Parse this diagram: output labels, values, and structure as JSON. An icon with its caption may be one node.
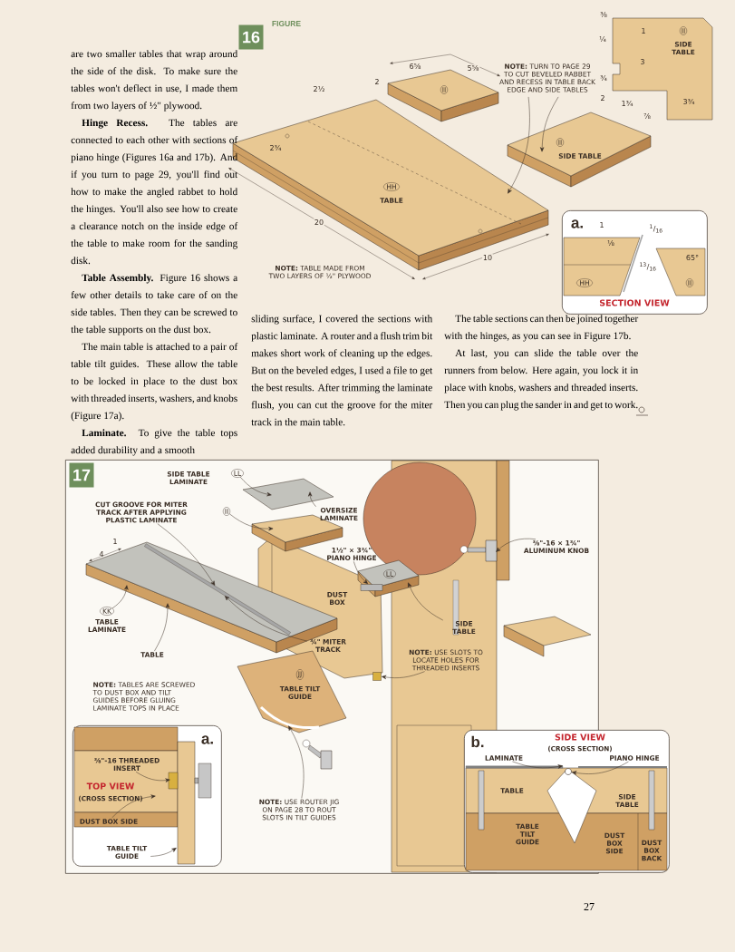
{
  "diagram": {
    "nodes": [
      {
        "text": [
          "**NOTE:** TURN TO PAGE 29 TO CUT BEVELED RABBET AND RECESS IN TABLE BACK EDGE AND SIDE TABLES"
        ]
      },
      {
        "text": [
          "a.",
          "SECTION VIEW"
        ]
      },
      {
        "text": [
          "17"
        ]
      },
      {
        "text": [
          "SIDE TABLE LAMINATE",
          "LL"
        ],
        "in": 2
      },
      {
        "text": [
          "II"
        ],
        "in": 2
      },
      {
        "text": [
          "OVERSIZE LAMINATE"
        ],
        "in": 2
      },
      {
        "text": [
          "CUT GROOVE FOR MITER TRACK AFTER APPLYING PLASTIC LAMINATE"
        ],
        "in": 2
      },
      {
        "text": [
          "1½\" × 3¾\" PIANO HINGE"
        ],
        "in": 2
      },
      {
        "text": [
          "⅜\"-16 × 1¾\" ALUMINUM KNOB"
        ],
        "in": 2
      },
      {
        "text": [
          "KK",
          "TABLE LAMINATE"
        ],
        "in": 2
      },
      {
        "text": [
          "TABLE"
        ],
        "in": 2
      },
      {
        "text": [
          "¾\" MITER TRACK"
        ],
        "in": 2
      },
      {
        "text": [
          "SIDE TABLE"
        ],
        "in": 2
      },
      {
        "text": [
          "**NOTE:** USE SLOTS TO LOCATE HOLES FOR THREADED INSERTS"
        ],
        "in": 2
      },
      {
        "text": [
          "a.",
          "TOP VIEW",
          "(CROSS SECTION)"
        ],
        "in": 2
      },
      {
        "text": [
          "⅜\"-16 THREADED INSERT"
        ],
        "in": 14
      },
      {
        "text": [
          "DUST BOX SIDE"
        ],
        "in": 14
      },
      {
        "text": [
          "TABLE TILT GUIDE"
        ],
        "in": 14
      },
      {
        "text": [
          "**NOTE:** USE ROUTER JIG ON PAGE 28 TO ROUT SLOTS IN TILT GUIDES"
        ],
        "in": 2
      },
      {
        "text": [
          "b.",
          "SIDE VIEW",
          "(CROSS SECTION)"
        ]
      },
      {
        "text": [
          "LAMINATE"
        ]
      },
      {
        "text": [
          "PIANO HINGE"
        ],
        "in": 19
      },
      {
        "text": [],
        "shape": "picture",
        "in": 2
      },
      {
        "text": [],
        "shape": "box",
        "in": 2
      },
      {
        "text": [],
        "shape": "bar",
        "in": 2
      },
      {
        "text": [
          "LL"
        ],
        "in": 2
      },
      {
        "text": [],
        "shape": "box",
        "in": 2
      },
      {
        "text": [
          "JJ",
          "TABLE TILT GUIDE"
        ],
        "in": 2
      },
      {
        "text": [],
        "shape": "bar"
      },
      {
        "text": [],
        "shape": "circle"
      },
      {
        "text": [],
        "shape": "picture"
      },
      {
        "text": [],
        "shape": "picture"
      }
    ],
    "edges": [
      {
        "from": 0,
        "to": 30,
        "arrow": "to"
      },
      {
        "from": 0,
        "to": 31,
        "arrow": "to"
      },
      {
        "from": 3,
        "to": null,
        "arrow": "to"
      },
      {
        "from": 5,
        "to": null,
        "arrow": "to"
      },
      {
        "from": 4,
        "to": 22,
        "arrow": "to"
      },
      {
        "from": 6,
        "to": 24,
        "arrow": "to"
      },
      {
        "from": 7,
        "to": 23,
        "arrow": "to"
      },
      {
        "from": 8,
        "to": null,
        "arrow": "to"
      },
      {
        "from": 9,
        "to": null,
        "arrow": "to"
      },
      {
        "from": 10,
        "to": null,
        "arrow": "to"
      },
      {
        "from": 11,
        "to": 24,
        "arrow": "to"
      },
      {
        "from": 12,
        "to": 25,
        "arrow": "to"
      },
      {
        "from": 13,
        "to": 26,
        "arrow": "to"
      },
      {
        "from": 15,
        "to": null,
        "arrow": "to"
      },
      {
        "from": 16,
        "to": null,
        "arrow": "to"
      },
      {
        "from": 17,
        "to": null,
        "arrow": "to"
      },
      {
        "from": 18,
        "to": 27,
        "arrow": "to"
      },
      {
        "from": 20,
        "to": 28,
        "arrow": "to"
      },
      {
        "from": 21,
        "to": 29,
        "arrow": "to"
      }
    ],
    "labels": [
      "are two smaller tables that wrap around the side of the disk. To make sure the tables won't deflect in use, I made them from two layers of ½\" plywood.",
      "**Hinge Recess.** The tables are connected to each other with sections of piano hinge (Figures 16a and 17b). And if you turn to page 29, you'll find out how to make the angled rabbet to hold the hinges. You'll also see how to create a clearance notch on the inside edge of the table to make room for the sanding disk.",
      "**Table Assembly.** Figure 16 shows a few other details to take care of on the side tables. Then they can be screwed to the table supports on the dust box.",
      "The main table is attached to a pair of table tilt guides. These allow the table to be locked in place to the dust box with threaded inserts, washers, and knobs (Figure 17a).",
      "**Laminate.** To give the table tops added durability and a smooth",
      "sliding surface, I covered the sections with plastic laminate. A router and a flush trim bit makes short work of cleaning up the edges. But on the beveled edges, I used a file to get the best results. After trimming the laminate flush, you can cut the groove for the miter track in the main table.",
      "The table sections can then be joined together with the hinges, as you can see in Figure 17b.",
      "At last, you can slide the table over the runners from below. Here again, you lock it in place with knobs, washers and threaded inserts. Then you can plug the sander in and get to work.",
      "16",
      "FIGURE",
      "2½",
      "2",
      "2¾",
      "6⅝",
      "5⅝",
      "HH",
      "TABLE",
      "20",
      "10",
      "**NOTE:** TABLE MADE FROM TWO LAYERS OF ½\" PLYWOOD",
      "II",
      "II",
      "SIDE TABLE",
      "⅜",
      "1",
      "¼",
      "3",
      "¾",
      "2",
      "1¾",
      "⅞",
      "3¾",
      "II",
      "SIDE TABLE",
      "1",
      "⅛",
      "$^{1}$/$_{16}$",
      "$^{13}$/$_{16}$",
      "65°",
      "HH",
      "II",
      "DUST BOX",
      "1",
      "4",
      "**NOTE:** TABLES ARE SCREWED TO DUST BOX AND TILT GUIDES BEFORE GLUING LAMINATE TOPS IN PLACE",
      "TABLE",
      "SIDE TABLE",
      "TABLE TILT GUIDE",
      "DUST BOX SIDE",
      "DUST BOX BACK",
      "27"
    ]
  }
}
